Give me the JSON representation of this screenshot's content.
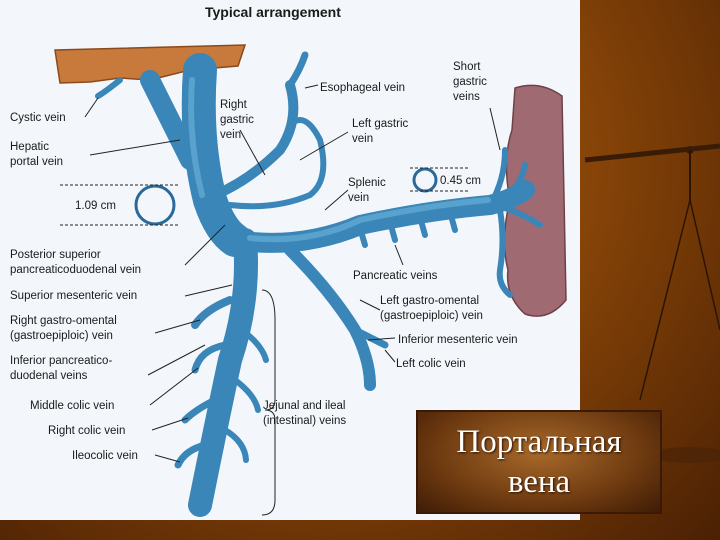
{
  "title": "Typical arrangement",
  "labels": {
    "esophageal": "Esophageal vein",
    "short_gastric_1": "Short",
    "short_gastric_2": "gastric",
    "short_gastric_3": "veins",
    "cystic": "Cystic vein",
    "right_gastric_1": "Right",
    "right_gastric_2": "gastric",
    "right_gastric_3": "vein",
    "left_gastric_1": "Left gastric",
    "left_gastric_2": "vein",
    "hepatic_portal_1": "Hepatic",
    "hepatic_portal_2": "portal vein",
    "splenic_1": "Splenic",
    "splenic_2": "vein",
    "diam_portal": "1.09 cm",
    "diam_splenic": "0.45 cm",
    "post_sup_1": "Posterior superior",
    "post_sup_2": "pancreaticoduodenal vein",
    "pancreatic": "Pancreatic veins",
    "sup_mesenteric": "Superior mesenteric vein",
    "left_go_1": "Left gastro-omental",
    "left_go_2": "(gastroepiploic) vein",
    "right_go_1": "Right gastro-omental",
    "right_go_2": "(gastroepiploic) vein",
    "inf_mesenteric": "Inferior mesenteric vein",
    "inf_pancreatico_1": "Inferior pancreatico-",
    "inf_pancreatico_2": "duodenal veins",
    "left_colic": "Left colic vein",
    "middle_colic": "Middle colic vein",
    "right_colic": "Right colic vein",
    "ileocolic": "Ileocolic vein",
    "jejunal_1": "Jejunal and ileal",
    "jejunal_2": "(intestinal) veins"
  },
  "caption": {
    "line1": "Портальная",
    "line2": "вена"
  },
  "colors": {
    "vein": "#3a86b8",
    "vein_light": "#6fb6dc",
    "liver": "#c87a3c",
    "spleen": "#a06a72",
    "leader": "#222222",
    "caption_text": "#ffffff"
  }
}
